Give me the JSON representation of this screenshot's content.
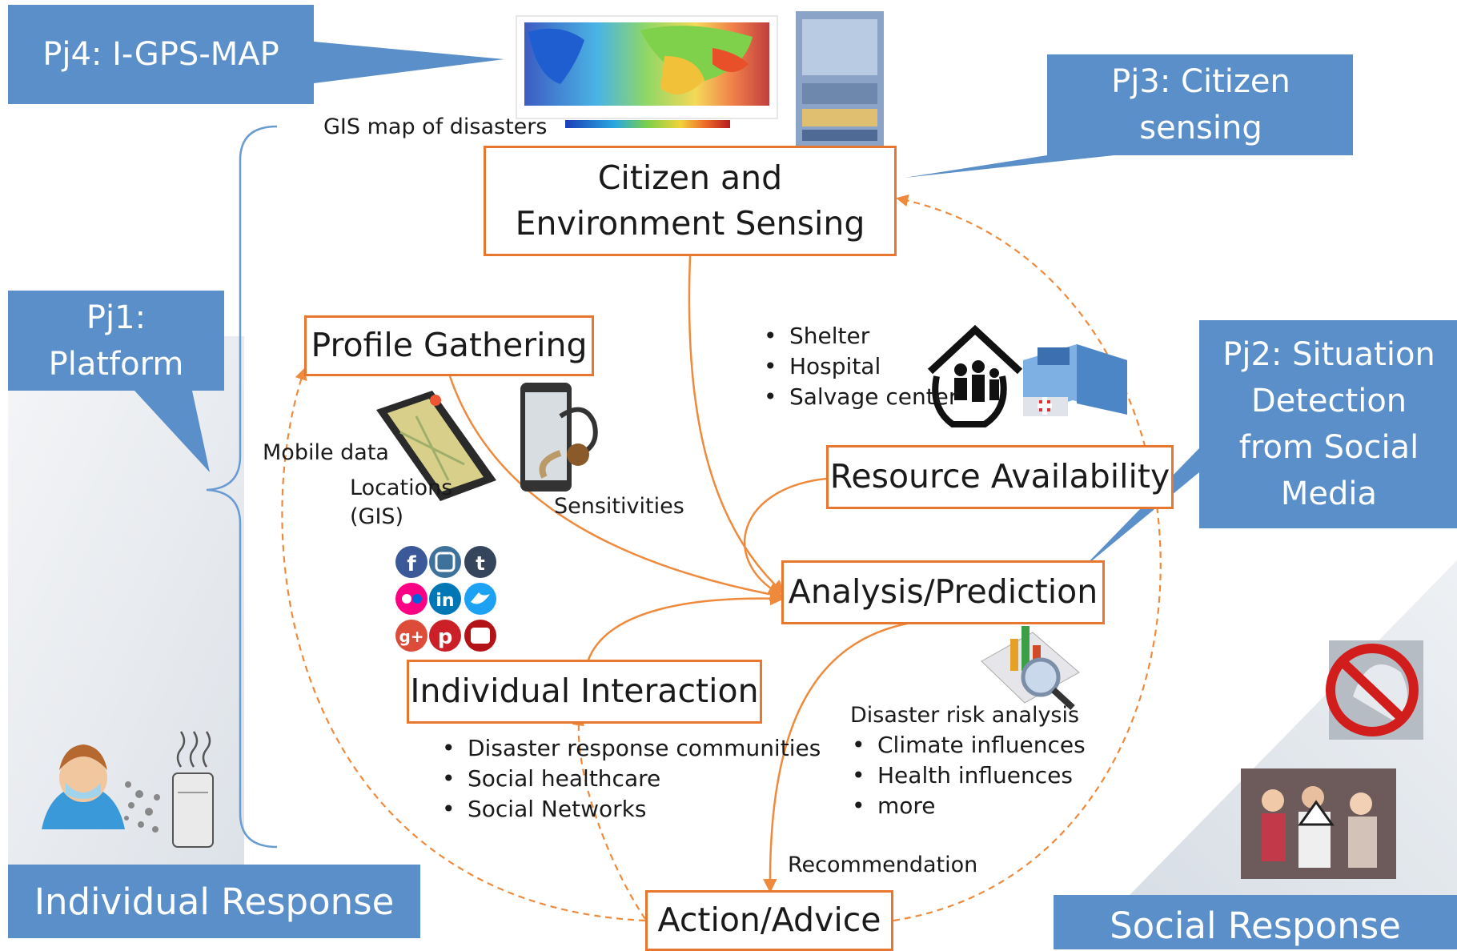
{
  "callouts": {
    "pj4": "Pj4: I-GPS-MAP",
    "pj3": "Pj3: Citizen sensing",
    "pj1": "Pj1: Platform",
    "pj2": "Pj2: Situation Detection from Social Media"
  },
  "bands": {
    "individual": "Individual Response",
    "social": "Social Response"
  },
  "nodes": {
    "citizen_sensing": "Citizen and Environment Sensing",
    "profile_gathering": "Profile Gathering",
    "resource_availability": "Resource Availability",
    "analysis_prediction": "Analysis/Prediction",
    "individual_interaction": "Individual Interaction",
    "action_advice": "Action/Advice"
  },
  "labels": {
    "gis_map": "GIS map of disasters",
    "mobile_data": "Mobile data",
    "locations": "Locations",
    "locations_sub": "(GIS)",
    "sensitivities": "Sensitivities",
    "recommendation": "Recommendation",
    "disaster_risk": "Disaster risk analysis"
  },
  "resource_list": [
    "Shelter",
    "Hospital",
    "Salvage center"
  ],
  "risk_list": [
    "Climate influences",
    "Health influences",
    "more"
  ],
  "interaction_list": [
    "Disaster response communities",
    "Social healthcare",
    "Social Networks"
  ],
  "colors": {
    "callout": "#5b8fc9",
    "node_border": "#e9762f",
    "arrow": "#ef8a3c"
  },
  "icons": [
    "world-map-icon",
    "phone-screenshot-icon",
    "shelter-icon",
    "hospital-icon",
    "smartphone-map-icon",
    "stethoscope-phone-icon",
    "social-media-icons",
    "chart-magnifier-icon",
    "masked-person-icon",
    "air-purifier-icon",
    "no-pollution-icon",
    "protest-photo-icon"
  ]
}
